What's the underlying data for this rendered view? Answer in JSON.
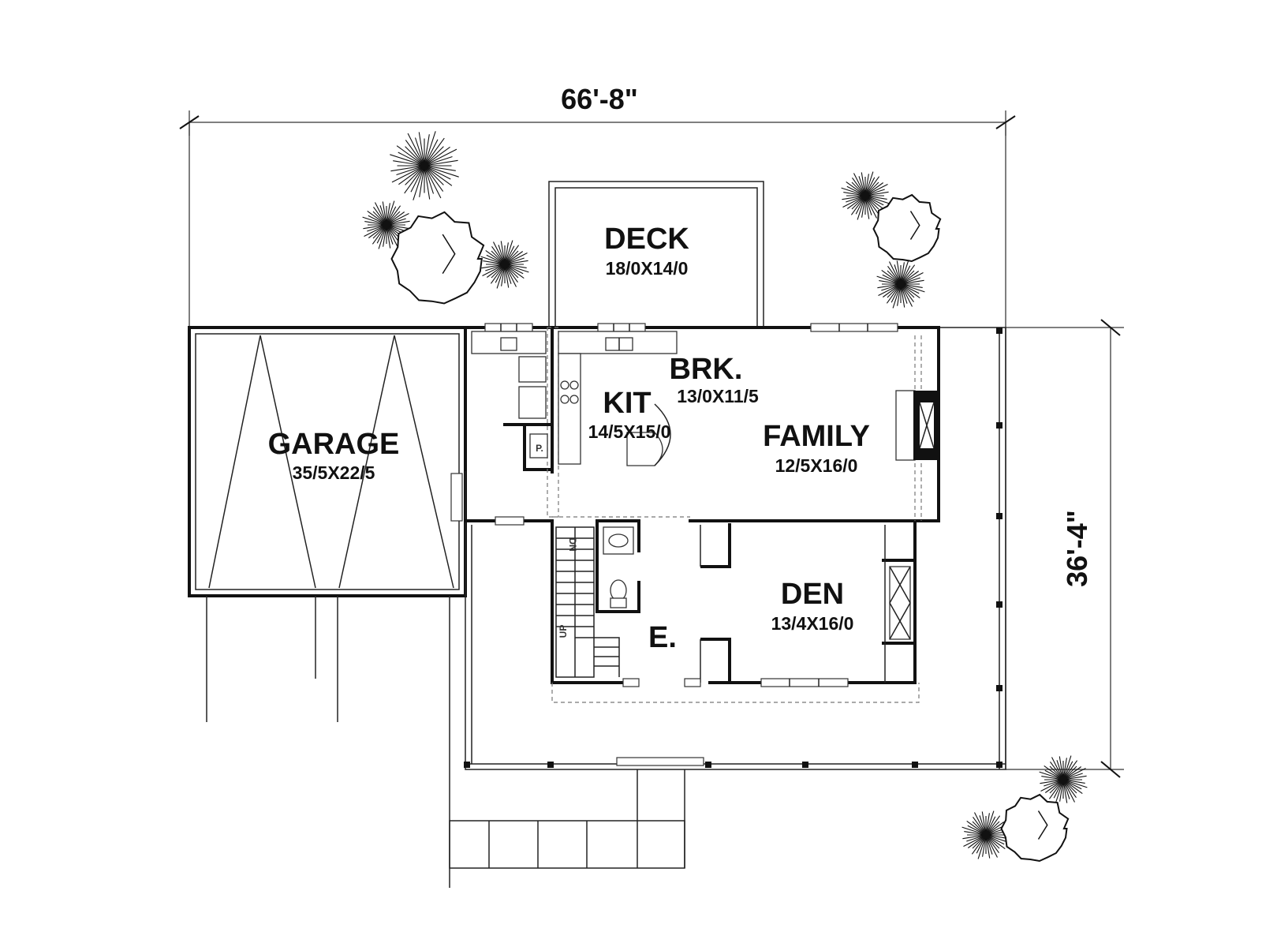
{
  "dimensions": {
    "width": "66'-8\"",
    "depth": "36'-4\""
  },
  "rooms": {
    "deck": {
      "name": "DECK",
      "size": "18/0X14/0"
    },
    "garage": {
      "name": "GARAGE",
      "size": "35/5X22/5"
    },
    "brk": {
      "name": "BRK.",
      "size": "13/0X11/5"
    },
    "kit": {
      "name": "KIT",
      "size": "14/5X15/0"
    },
    "family": {
      "name": "FAMILY",
      "size": "12/5X16/0"
    },
    "den": {
      "name": "DEN",
      "size": "13/4X16/0"
    },
    "entry": {
      "name": "E."
    }
  },
  "labels": {
    "pantry": "P.",
    "stair_down": "DN",
    "stair_up": "UP"
  },
  "colors": {
    "line": "#111111",
    "background": "#ffffff"
  }
}
